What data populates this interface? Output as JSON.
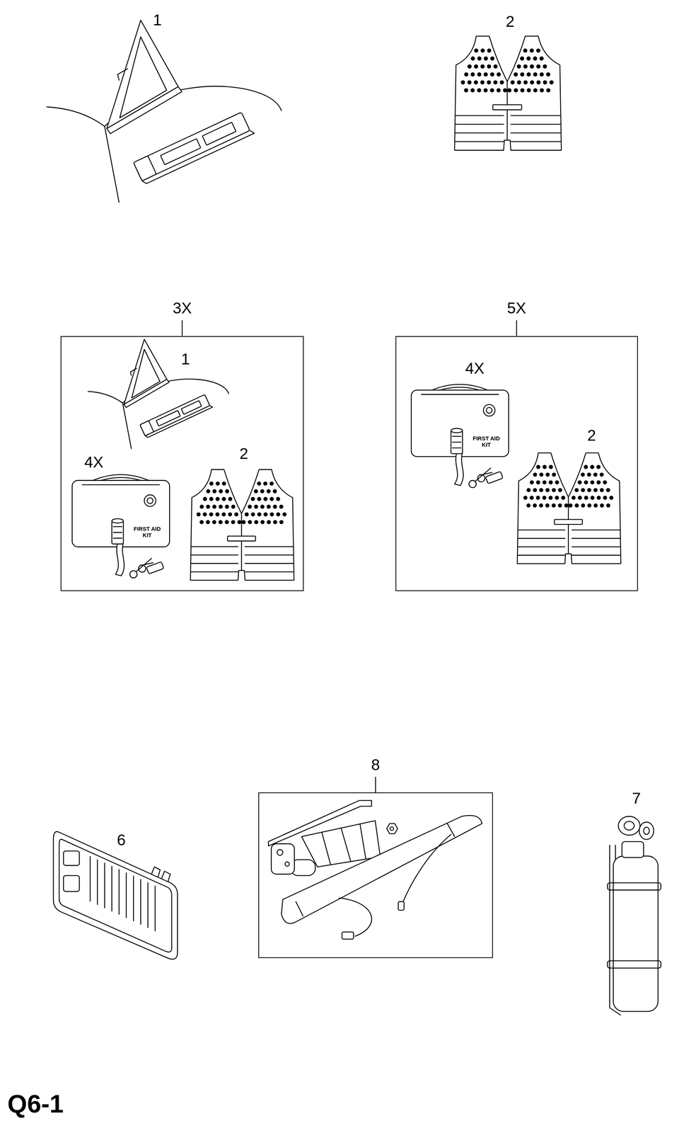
{
  "diagram": {
    "caption": "Q6-1",
    "nodes": [
      {
        "text": [
          "3X"
        ]
      },
      {
        "text": [
          "5X"
        ]
      },
      {
        "text": [
          "8"
        ]
      }
    ],
    "labels": [
      "1",
      "2",
      "1",
      "4X",
      "FIRST AID KIT",
      "2",
      "4X",
      "FIRST AID KIT",
      "2",
      "6",
      "7"
    ]
  }
}
